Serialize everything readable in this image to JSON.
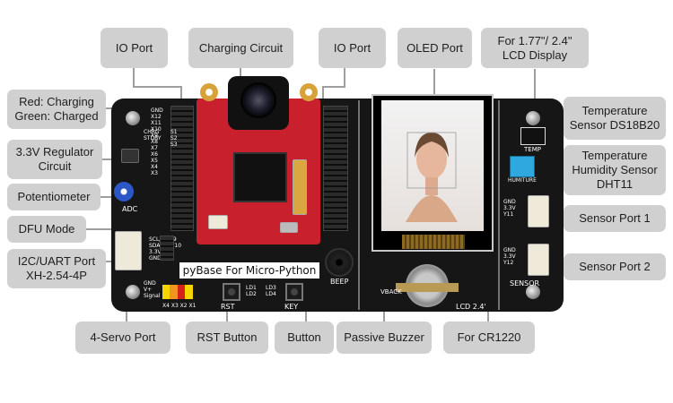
{
  "labels": {
    "io_port_left": "IO Port",
    "charging_circuit": "Charging Circuit",
    "io_port_right": "IO Port",
    "oled_port": "OLED Port",
    "lcd_display": "For 1.77\"/ 2.4\"\nLCD Display",
    "charge_led": "Red: Charging\nGreen: Charged",
    "regulator": "3.3V Regulator\nCircuit",
    "potentiometer": "Potentiometer",
    "dfu_mode": "DFU Mode",
    "i2c_uart": "I2C/UART Port\nXH-2.54-4P",
    "temp_sensor": "Temperature\nSensor DS18B20",
    "humidity_sensor": "Temperature\nHumidity Sensor\nDHT11",
    "sensor_port_1": "Sensor Port 1",
    "sensor_port_2": "Sensor Port 2",
    "servo_port": "4-Servo Port",
    "rst_button": "RST Button",
    "button": "Button",
    "passive_buzzer": "Passive Buzzer",
    "cr1220": "For CR1220"
  },
  "board": {
    "title": "pyBase For Micro-Python",
    "silk": {
      "adc": "ADC",
      "beep": "BEEP",
      "rst": "RST",
      "key": "KEY",
      "vback": "VBACK",
      "lcd": "LCD 2.4'",
      "sensor": "SENSOR",
      "temp": "TEMP",
      "humiture": "HUMITURE",
      "pins_left": "GND\nX12\nX11\nX10\nX9\nX8\nX7\nX6\nX5\nX4\nX3",
      "uart_pins": "SCL/TX/Y9\nSDA/RX/Y10\n3.3V\nGND",
      "servo_pins": "GND\nV+\nSignal",
      "servo_ids": "X4 X3 X2 X1",
      "sensor1_pins": "GND\n3.3V\nY11",
      "sensor2_pins": "GND\n3.3V\nY12",
      "charge_silk": "CHRG\nSTDBY",
      "s_labels": "S1\nS2\nS3",
      "rst_leds": "LD1\nLD2",
      "key_leds": "LD3\nLD4"
    }
  }
}
